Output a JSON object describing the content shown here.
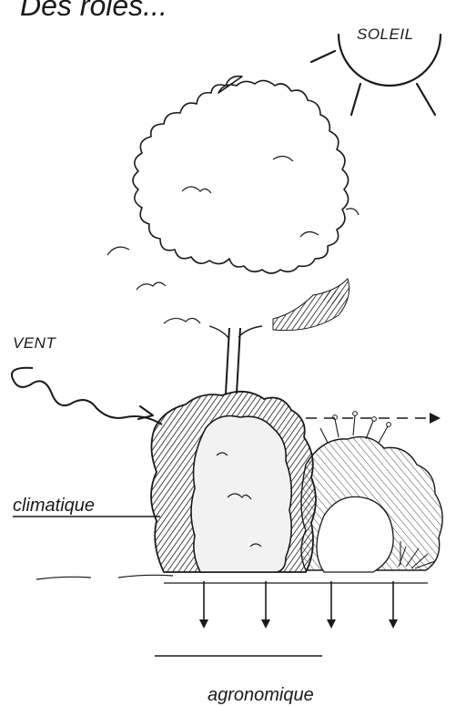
{
  "title": "Des rôles...",
  "sun": {
    "label": "SOLEIL"
  },
  "wind": {
    "label": "VENT"
  },
  "roles": {
    "climatique": "climatique",
    "agronomique": "agronomique"
  },
  "colors": {
    "ink": "#1a1a1a",
    "shade": "#555555",
    "hedge_fill": "#efefef",
    "tree_fill": "#ffffff"
  }
}
